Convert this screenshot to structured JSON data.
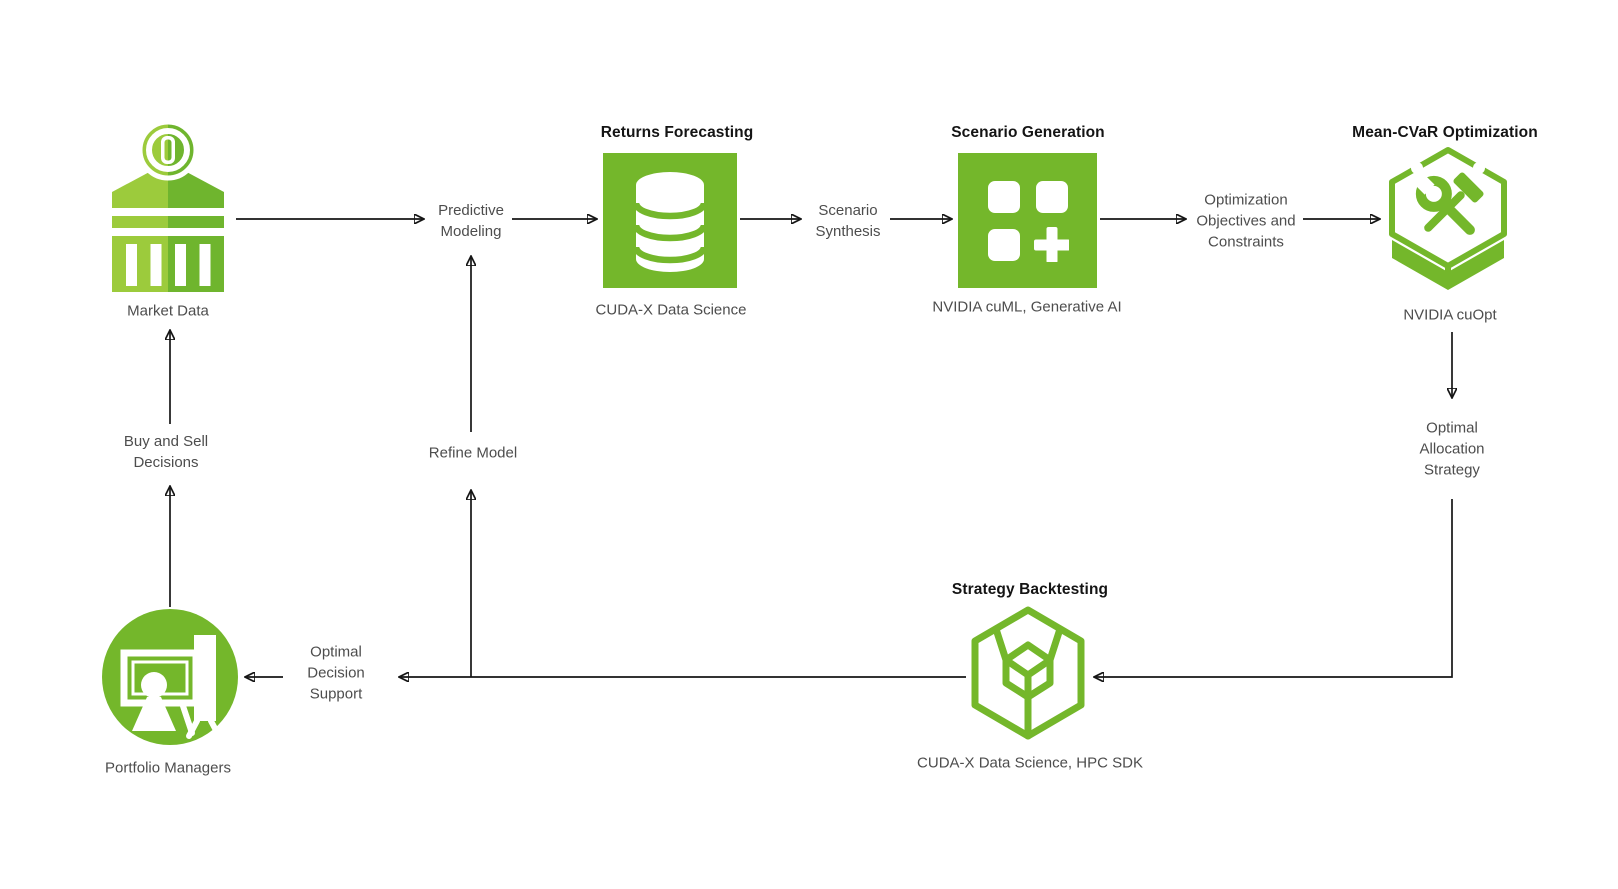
{
  "colors": {
    "nvidia_green": "#74B72B",
    "light_green": "#9CCB3C",
    "dark_green": "#6FB52E",
    "arrow_black": "#161616",
    "title_text": "#141414",
    "label_text": "#4d4d4d"
  },
  "nodes": {
    "market_data": {
      "label": "Market Data",
      "icon": "bank-icon"
    },
    "returns_forecasting": {
      "title": "Returns Forecasting",
      "caption": "CUDA-X Data Science",
      "icon": "database-icon"
    },
    "scenario_generation": {
      "title": "Scenario Generation",
      "caption": "NVIDIA cuML, Generative AI",
      "icon": "grid-plus-icon"
    },
    "mean_cvar_optimization": {
      "title": "Mean-CVaR Optimization",
      "caption": "NVIDIA cuOpt",
      "icon": "tools-hexagon-icon"
    },
    "strategy_backtesting": {
      "title": "Strategy Backtesting",
      "caption": "CUDA-X Data Science, HPC SDK",
      "icon": "cube-icon"
    },
    "portfolio_managers": {
      "label": "Portfolio Managers",
      "icon": "presenter-icon"
    }
  },
  "edge_labels": {
    "predictive_modeling": "Predictive\nModeling",
    "scenario_synthesis": "Scenario\nSynthesis",
    "optimization_objectives": "Optimization\nObjectives and\nConstraints",
    "optimal_allocation": "Optimal\nAllocation\nStrategy",
    "refine_model": "Refine Model",
    "buy_sell_decisions": "Buy and Sell\nDecisions",
    "optimal_decision_support": "Optimal\nDecision\nSupport"
  }
}
